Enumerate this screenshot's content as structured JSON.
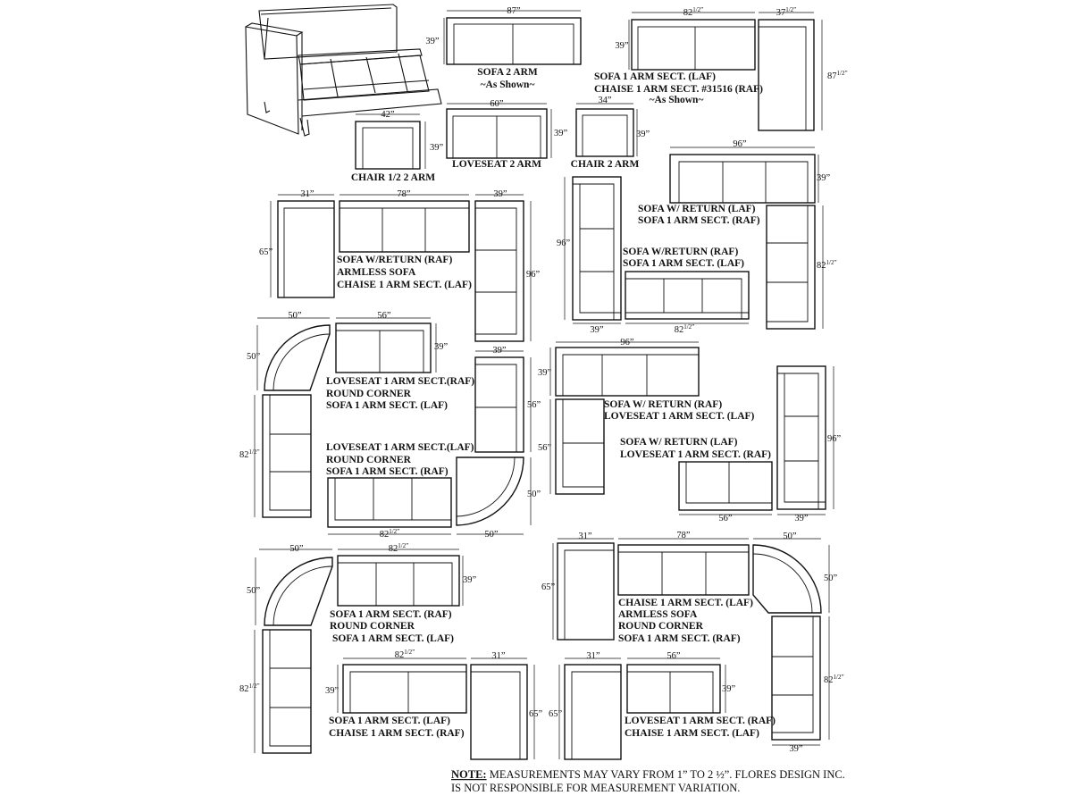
{
  "labels": {
    "sofa2": "SOFA 2 ARM",
    "sofa2_shown": "~As Shown~",
    "sofa1laf": "SOFA 1 ARM SECT. (LAF)",
    "chaise31516": "CHAISE 1 ARM SECT. #31516 (RAF)",
    "chaise_shown": "~As Shown~",
    "chair_half": "CHAIR 1/2  2 ARM",
    "loveseat2": "LOVESEAT 2 ARM",
    "chair2": "CHAIR 2 ARM",
    "g1a": "SOFA W/ RETURN (LAF)",
    "g1b": "SOFA 1 ARM SECT. (RAF)",
    "g2a": "SOFA W/RETURN (RAF)",
    "g2b": "ARMLESS SOFA",
    "g2c": "CHAISE 1 ARM SECT. (LAF)",
    "g3a": "SOFA W/RETURN (RAF)",
    "g3b": "SOFA 1 ARM SECT. (LAF)",
    "g4a": "LOVESEAT 1 ARM SECT.(RAF)",
    "g4b": "ROUND CORNER",
    "g4c": "SOFA 1 ARM SECT. (LAF)",
    "g5a": "SOFA W/ RETURN (RAF)",
    "g5b": "LOVESEAT  1 ARM SECT. (LAF)",
    "g6a": "LOVESEAT 1 ARM SECT.(LAF)",
    "g6b": "ROUND CORNER",
    "g6c": "SOFA 1 ARM SECT. (RAF)",
    "g7a": "SOFA  W/ RETURN (LAF)",
    "g7b": "LOVESEAT 1 ARM SECT. (RAF)",
    "g8a": "SOFA 1 ARM SECT. (RAF)",
    "g8b": "ROUND CORNER",
    "g8c": "SOFA 1 ARM SECT. (LAF)",
    "g9a": "CHAISE 1 ARM SECT. (LAF)",
    "g9b": "ARMLESS SOFA",
    "g9c": "ROUND CORNER",
    "g9d": "SOFA 1 ARM SECT. (RAF)",
    "g10a": "SOFA 1 ARM SECT. (LAF)",
    "g10b": "CHAISE 1 ARM SECT. (RAF)",
    "g11a": "LOVESEAT 1 ARM SECT. (RAF)",
    "g11b": "CHAISE 1 ARM SECT. (LAF)"
  },
  "dims": {
    "d87": "87”",
    "d39a": "39”",
    "d82h_a": "82",
    "d37h": "37",
    "d39b": "39”",
    "d87h": "87",
    "d42": "42”",
    "d39c": "39”",
    "d60": "60”",
    "d39d": "39”",
    "d34": "34”",
    "d39e": "39”",
    "d96a": "96”",
    "d39f": "39”",
    "d31a": "31”",
    "d78a": "78”",
    "d39g": "39”",
    "d65a": "65”",
    "d96b": "96”",
    "d96c": "96”",
    "d82h_b": "82",
    "d39h": "39”",
    "d82h_c": "82",
    "d50a": "50”",
    "d56a": "56”",
    "d50b": "50”",
    "d39i": "39”",
    "d39j": "39”",
    "d56b": "56”",
    "d96d": "96”",
    "d39k": "39”",
    "d56c": "56”",
    "d82h_d": "82",
    "d82h_e": "82",
    "d50c": "50”",
    "d50d": "50”",
    "d96e": "96”",
    "d56d": "56”",
    "d39l": "39”",
    "d50e": "50”",
    "d82h_f": "82",
    "d50f": "50”",
    "d39m": "39”",
    "d31b": "31”",
    "d78b": "78”",
    "d50g": "50”",
    "d65b": "65”",
    "d50h": "50”",
    "d82h_g": "82",
    "d82h_h": "82",
    "d31c": "31”",
    "d39n": "39”",
    "d65c": "65”",
    "d31d": "31”",
    "d56e": "56”",
    "d65d": "65”",
    "d39o": "39”",
    "d82h_i": "82",
    "d39p": "39”"
  },
  "half_sup": "1/2”",
  "note": {
    "key": "NOTE:",
    "line1": " MEASUREMENTS MAY VARY FROM 1” TO 2 ½”. FLORES DESIGN INC.",
    "line2": "IS NOT RESPONSIBLE FOR MEASUREMENT VARIATION."
  }
}
